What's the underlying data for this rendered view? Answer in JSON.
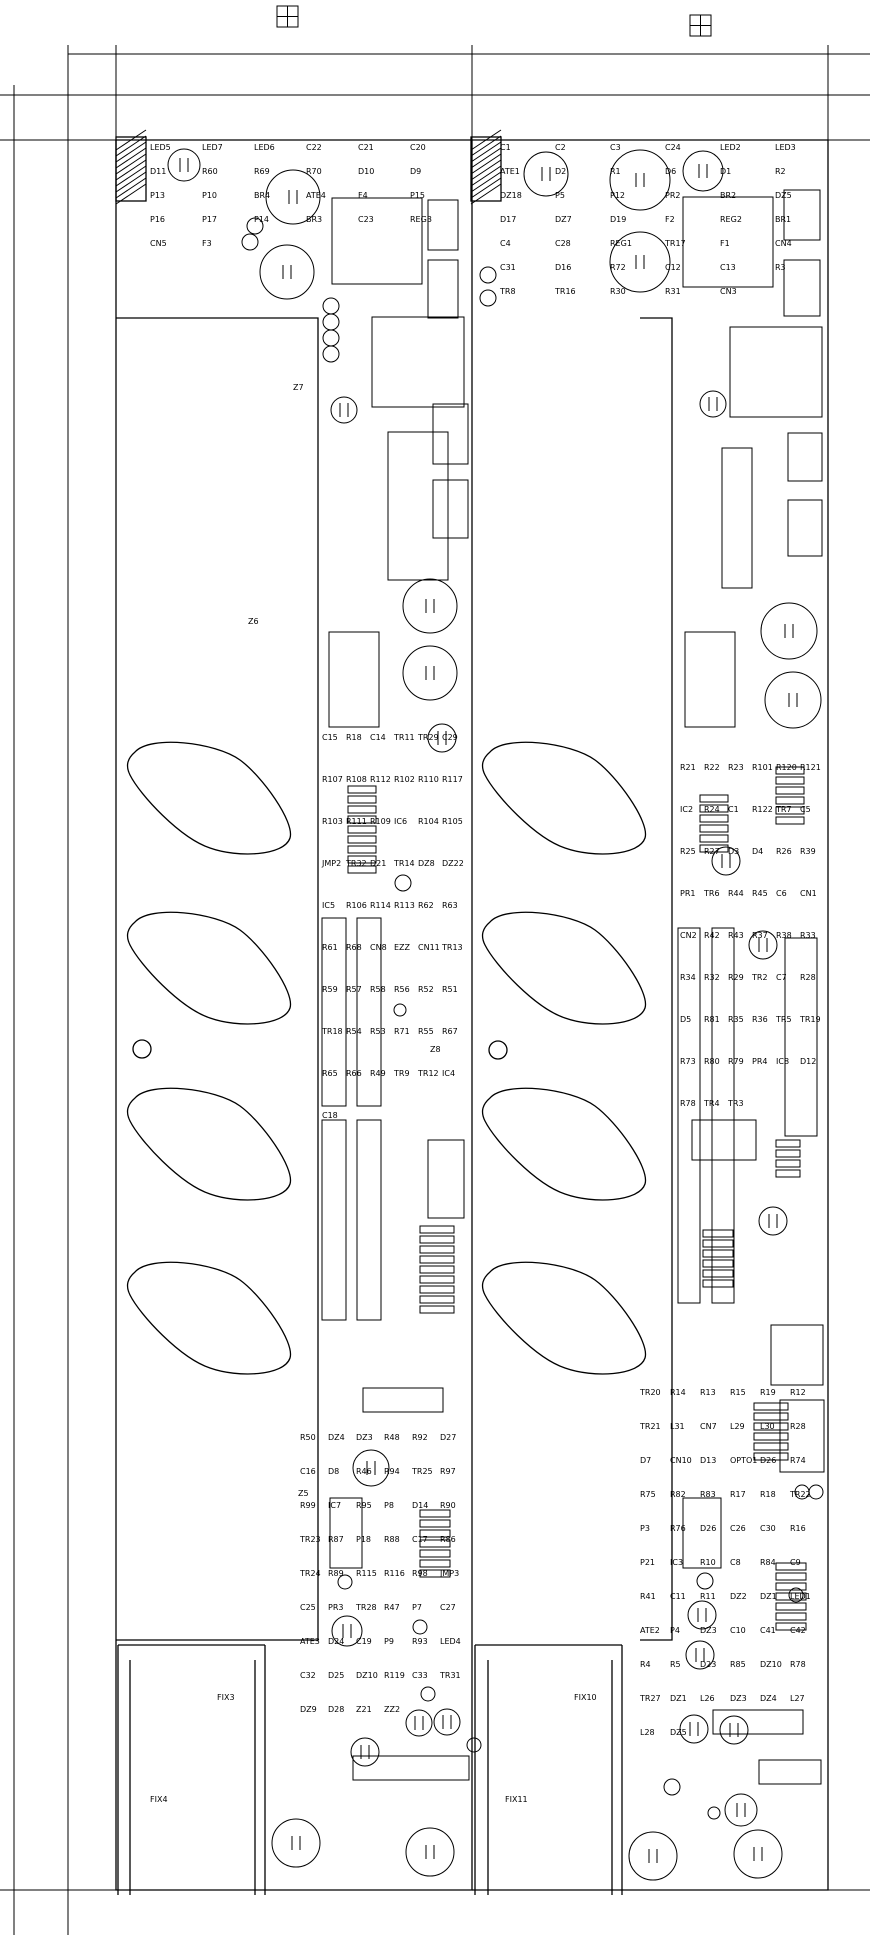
{
  "title": "",
  "board_left": {
    "zones": [
      "Z7",
      "Z6",
      "Z5",
      "Z8"
    ],
    "fixtures": [
      "FIX3",
      "FIX4"
    ],
    "labels_top": [
      "LED5",
      "LED7",
      "LED6",
      "C22",
      "C21",
      "C20",
      "D11",
      "R60",
      "R69",
      "R70",
      "D10",
      "D9",
      "P13",
      "P10",
      "BR4",
      "ATE4",
      "F4",
      "P15",
      "P16",
      "P17",
      "P14",
      "BR3",
      "C23",
      "REG3",
      "CN5",
      "F3"
    ],
    "labels_mid": [
      "C15",
      "R18",
      "C14",
      "TR11",
      "TR29",
      "C29",
      "R107",
      "R108",
      "R112",
      "R102",
      "R110",
      "R117",
      "R103",
      "R111",
      "R109",
      "IC6",
      "R104",
      "R105",
      "JMP2",
      "TR32",
      "D21",
      "TR14",
      "DZ8",
      "DZ22",
      "IC5",
      "R106",
      "R114",
      "R113",
      "R62",
      "R63",
      "R61",
      "R68",
      "CN8",
      "EZZ",
      "CN11",
      "TR13",
      "R59",
      "R57",
      "R58",
      "R56",
      "R52",
      "R51",
      "TR18",
      "R54",
      "R53",
      "R71",
      "R55",
      "R67",
      "R65",
      "R66",
      "R49",
      "TR9",
      "TR12",
      "IC4",
      "C18"
    ],
    "labels_bottom": [
      "R50",
      "DZ4",
      "DZ3",
      "R48",
      "R92",
      "D27",
      "C16",
      "D8",
      "R46",
      "R94",
      "TR25",
      "R97",
      "R99",
      "IC7",
      "R95",
      "P8",
      "D14",
      "R90",
      "TR23",
      "R87",
      "P18",
      "R88",
      "C17",
      "R86",
      "TR24",
      "R89",
      "R115",
      "R116",
      "R98",
      "JMP3",
      "C25",
      "PR3",
      "TR28",
      "R47",
      "P7",
      "C27",
      "ATE3",
      "D24",
      "C19",
      "P9",
      "R93",
      "LED4",
      "C32",
      "D25",
      "DZ10",
      "R119",
      "C33",
      "TR31",
      "DZ9",
      "D28",
      "Z21",
      "ZZ2"
    ]
  },
  "board_right": {
    "fixtures": [
      "FIX10",
      "FIX11"
    ],
    "labels_top": [
      "C1",
      "C2",
      "C3",
      "C24",
      "LED2",
      "LED3",
      "ATE1",
      "D2",
      "R1",
      "D6",
      "D1",
      "R2",
      "DZ18",
      "P5",
      "P12",
      "PR2",
      "BR2",
      "DZ5",
      "D17",
      "DZ7",
      "D19",
      "F2",
      "REG2",
      "BR1",
      "C4",
      "C28",
      "REG1",
      "TR17",
      "F1",
      "CN4",
      "C31",
      "D16",
      "R72",
      "C12",
      "C13",
      "R3",
      "TR8",
      "TR16",
      "R30",
      "R31",
      "CN3"
    ],
    "labels_mid": [
      "R21",
      "R22",
      "R23",
      "R101",
      "R120",
      "R121",
      "IC2",
      "R24",
      "C1",
      "R122",
      "TR7",
      "C5",
      "R25",
      "R27",
      "D3",
      "D4",
      "R26",
      "R39",
      "PR1",
      "TR6",
      "R44",
      "R45",
      "C6",
      "CN1",
      "CN2",
      "R42",
      "R43",
      "R37",
      "R38",
      "R33",
      "R34",
      "R32",
      "R29",
      "TR2",
      "C7",
      "R28",
      "D5",
      "R81",
      "R35",
      "R36",
      "TR5",
      "TR19",
      "R73",
      "R80",
      "R79",
      "PR4",
      "IC8",
      "D12",
      "R78",
      "TR4",
      "TR3"
    ],
    "labels_bottom": [
      "TR20",
      "R14",
      "R13",
      "R15",
      "R19",
      "R12",
      "TR21",
      "L31",
      "CN7",
      "L29",
      "L30",
      "R28",
      "D7",
      "CN10",
      "D13",
      "OPTO1",
      "D26",
      "R74",
      "R75",
      "R82",
      "R83",
      "R17",
      "R18",
      "TR22",
      "P3",
      "R76",
      "D26",
      "C26",
      "C30",
      "R16",
      "P21",
      "IC3",
      "R10",
      "C8",
      "R84",
      "C9",
      "R41",
      "C11",
      "R11",
      "DZ2",
      "DZ1",
      "LED1",
      "ATE2",
      "P4",
      "DZ3",
      "C10",
      "C41",
      "C42",
      "R4",
      "R5",
      "D23",
      "R85",
      "DZ10",
      "R78",
      "TR27",
      "DZ1",
      "L26",
      "DZ3",
      "DZ4",
      "L27",
      "L28",
      "DZ5"
    ]
  }
}
